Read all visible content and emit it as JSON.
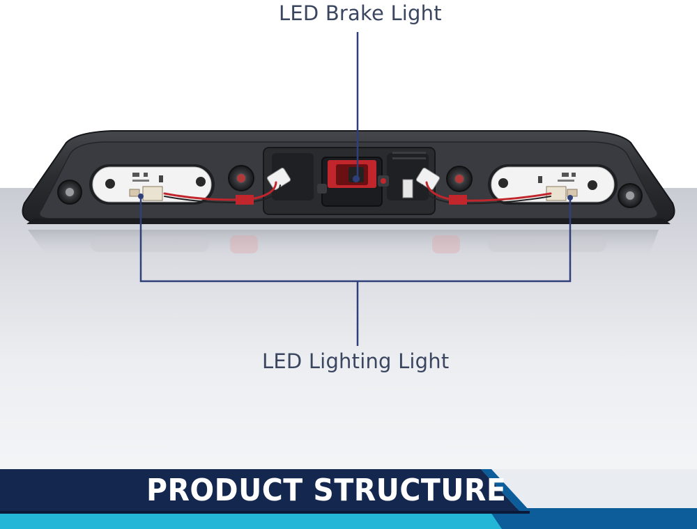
{
  "callouts": {
    "brake": "LED Brake Light",
    "lighting": "LED Lighting Light"
  },
  "banner": {
    "title": "PRODUCT STRUCTURE"
  },
  "colors": {
    "callout_line": "#2e3f7a",
    "callout_text": "#3a4560",
    "banner_navy": "#14274f",
    "banner_teal": "#23b6d6",
    "banner_blue": "#0d5d9a",
    "housing": "#2f3034"
  }
}
